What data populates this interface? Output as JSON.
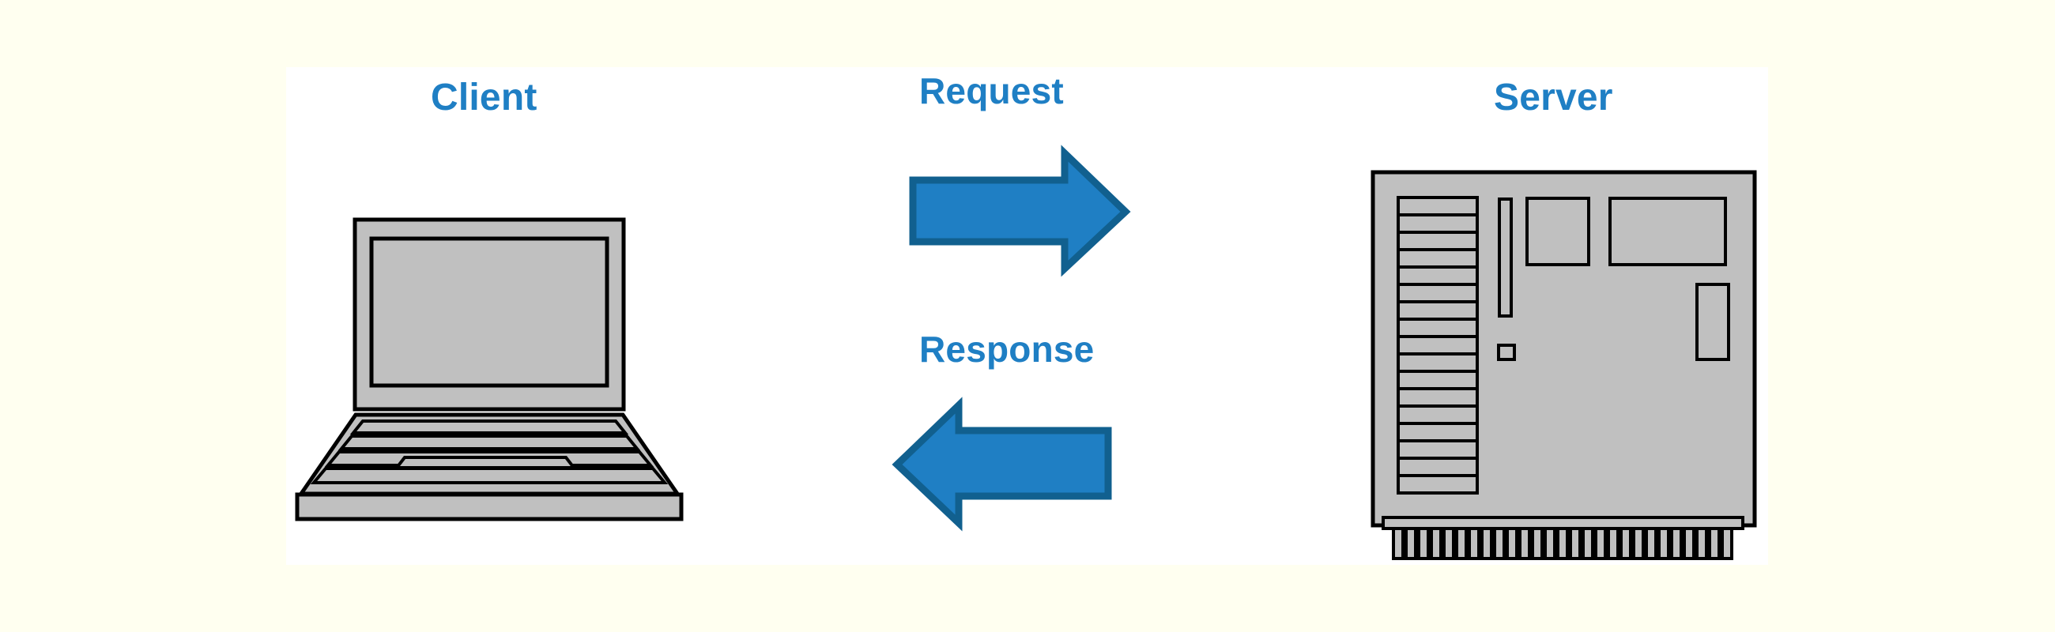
{
  "diagram": {
    "title": "Client Server Request Response Diagram",
    "background_color": "#fffff0",
    "panel_color": "#ffffff",
    "accent_color": "#1f7fc4",
    "accent_stroke_color": "#11608f",
    "device_fill_color": "#c0c0c0",
    "device_stroke_color": "#000000",
    "labels": {
      "client": "Client",
      "server": "Server",
      "request": "Request",
      "response": "Response"
    },
    "nodes": [
      {
        "id": "client",
        "label": "Client",
        "icon": "laptop-icon"
      },
      {
        "id": "server",
        "label": "Server",
        "icon": "server-tower-icon"
      }
    ],
    "edges": [
      {
        "id": "request",
        "label": "Request",
        "from": "client",
        "to": "server",
        "direction": "right"
      },
      {
        "id": "response",
        "label": "Response",
        "from": "server",
        "to": "client",
        "direction": "left"
      }
    ],
    "icon_details": {
      "laptop": {
        "keyboard_rows": 4,
        "has_spacebar": true,
        "has_screen_bezel": true
      },
      "server": {
        "drive_bays": 17,
        "front_vent_slats": 26,
        "panels": 4,
        "indicator_square": 1
      }
    }
  }
}
